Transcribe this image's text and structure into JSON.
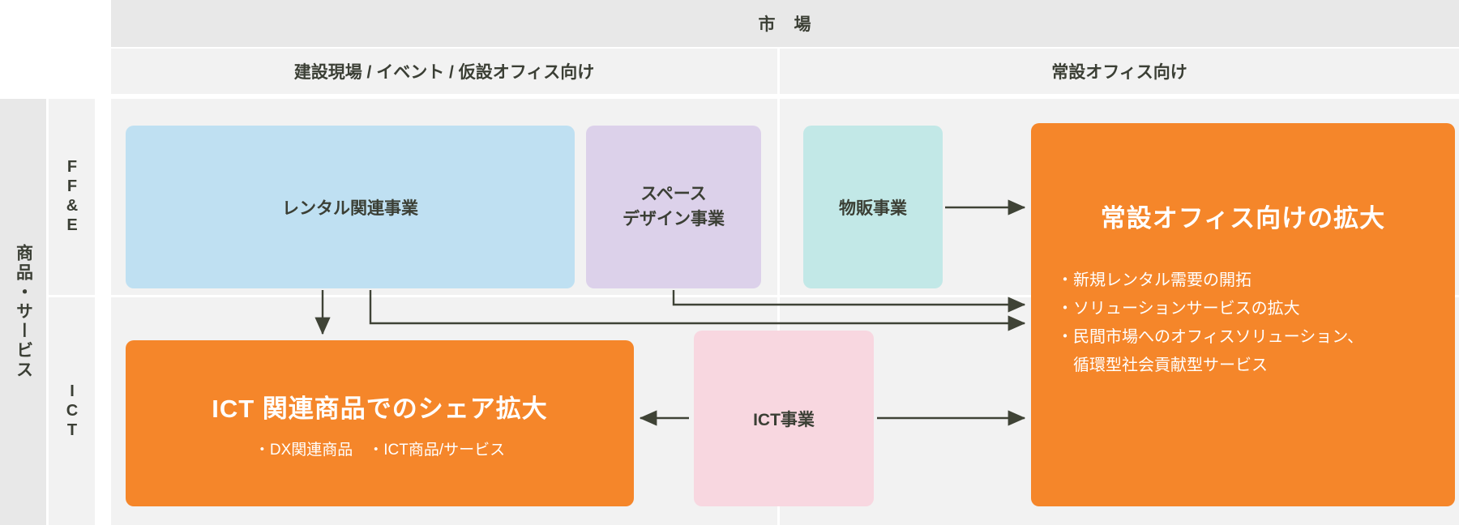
{
  "header": {
    "market_title": "市　場",
    "columns": [
      {
        "label": "建設現場 / イベント / 仮設オフィス向け"
      },
      {
        "label": "常設オフィス向け"
      }
    ]
  },
  "row_labels": {
    "category_axis": "商品・サービス",
    "rows": [
      {
        "label": "FF&E"
      },
      {
        "label": "ICT"
      }
    ]
  },
  "boxes": {
    "rental": {
      "label": "レンタル関連事業",
      "color": "#bfe0f2"
    },
    "space_design": {
      "line1": "スペース",
      "line2": "デザイン事業",
      "color": "#dcd1ea"
    },
    "goods": {
      "label": "物販事業",
      "color": "#c2e8e7"
    },
    "ict_business": {
      "label": "ICT事業",
      "color": "#f8d7e0"
    },
    "office_expansion": {
      "title": "常設オフィス向けの拡大",
      "color": "#f5862a",
      "bullets": [
        "・新規レンタル需要の開拓",
        "・ソリューションサービスの拡大",
        "・民間市場へのオフィスソリューション、",
        "循環型社会貢献型サービス"
      ]
    },
    "ict_share": {
      "title": "ICT 関連商品でのシェア拡大",
      "subtitle": "・DX関連商品　・ICT商品/サービス",
      "color": "#f5862a"
    }
  },
  "arrows": {
    "color": "#3f4336",
    "items": [
      {
        "name": "goods-to-office"
      },
      {
        "name": "rental-to-ict-share"
      },
      {
        "name": "rental-to-office"
      },
      {
        "name": "space-design-to-office"
      },
      {
        "name": "ict-business-to-ict-share"
      },
      {
        "name": "ict-business-to-office"
      }
    ]
  }
}
